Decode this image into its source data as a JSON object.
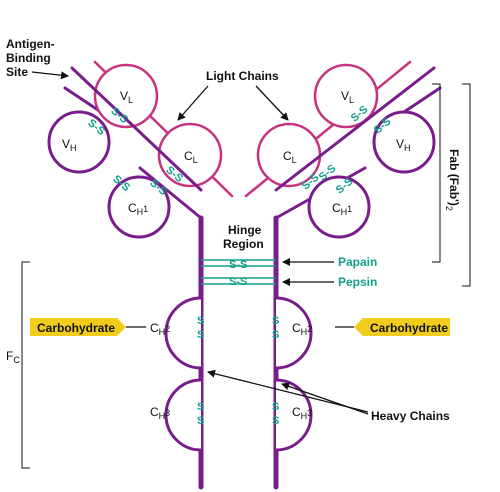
{
  "colors": {
    "heavy": "#7a1d8c",
    "light": "#c8337d",
    "disulfide": "#12a08c",
    "carbohydrate": "#f2cc1c",
    "ink": "#111111"
  },
  "labels": {
    "antigen_line1": "Antigen-",
    "antigen_line2": "Binding",
    "antigen_line3": "Site",
    "light_chains": "Light Chains",
    "hinge_line1": "Hinge",
    "hinge_line2": "Region",
    "papain": "Papain",
    "pepsin": "Pepsin",
    "heavy_chains": "Heavy Chains",
    "carbohydrate_left": "Carbohydrate",
    "carbohydrate_right": "Carbohydrate",
    "fab_main": "Fab (Fab')",
    "fab_sub": "2",
    "fc_main": "F",
    "fc_sub": "C"
  },
  "domains": {
    "vl_left": {
      "main": "V",
      "sub": "L"
    },
    "vh_left": {
      "main": "V",
      "sub": "H"
    },
    "cl_left": {
      "main": "C",
      "sub": "L"
    },
    "ch1_left": {
      "main": "C",
      "sub": "H",
      "num": "1"
    },
    "vl_right": {
      "main": "V",
      "sub": "L"
    },
    "vh_right": {
      "main": "V",
      "sub": "H"
    },
    "cl_right": {
      "main": "C",
      "sub": "L"
    },
    "ch1_right": {
      "main": "C",
      "sub": "H",
      "num": "1"
    },
    "ch2_left": {
      "main": "C",
      "sub": "H",
      "num": "2"
    },
    "ch2_right": {
      "main": "C",
      "sub": "H",
      "num": "2"
    },
    "ch3_left": {
      "main": "C",
      "sub": "H",
      "num": "3"
    },
    "ch3_right": {
      "main": "C",
      "sub": "H",
      "num": "3"
    }
  },
  "bonds": {
    "s": "S",
    "ss": "S-S"
  }
}
